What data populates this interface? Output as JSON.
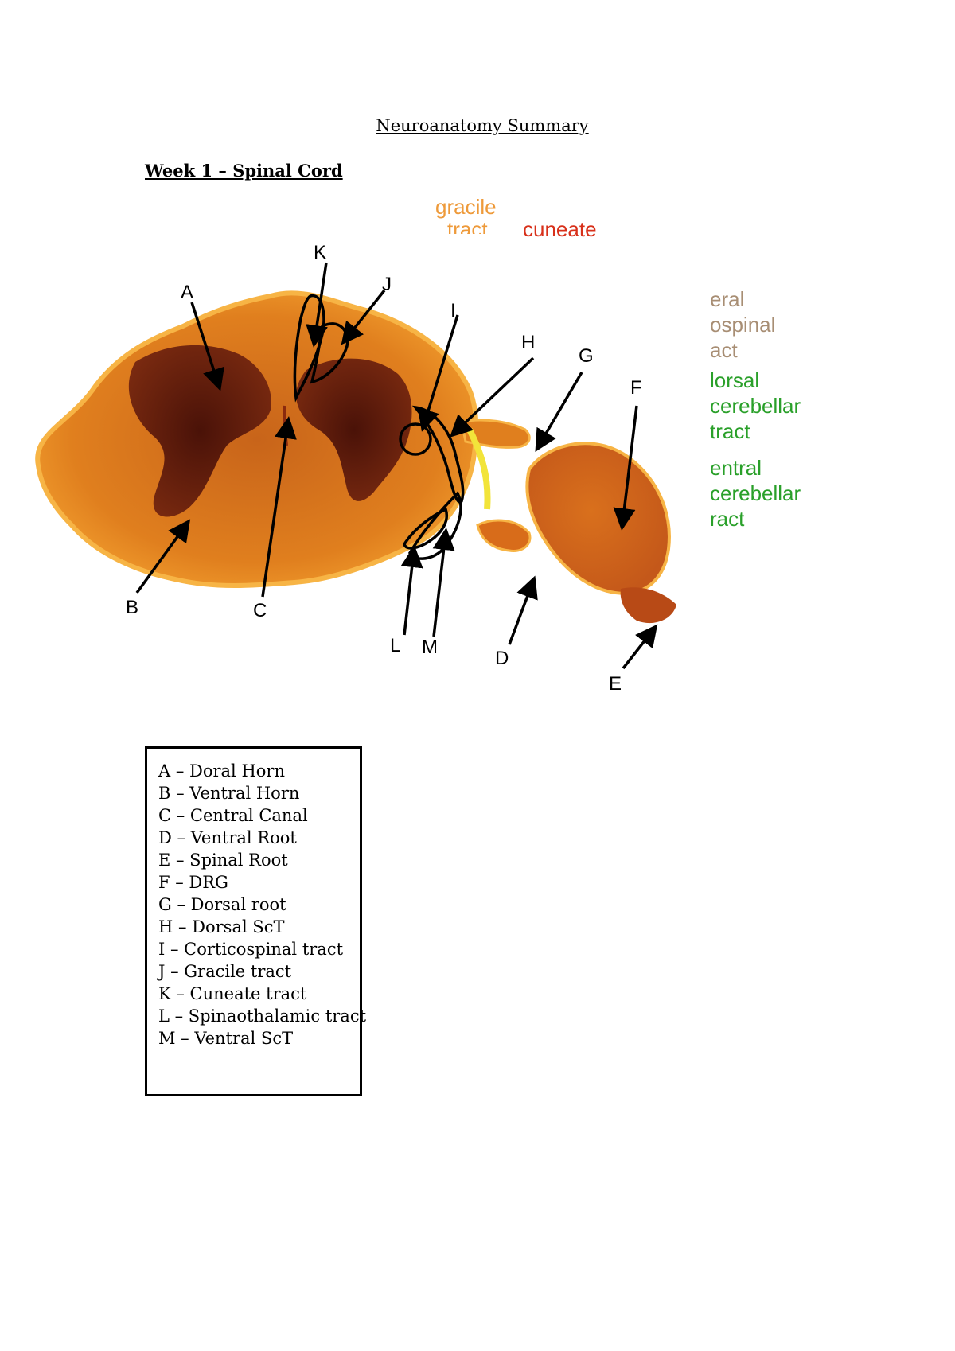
{
  "document": {
    "title": "Neuroanatomy Summary",
    "section_heading": "Week 1 – Spinal Cord"
  },
  "figure": {
    "top_labels": {
      "gracile": "gracile",
      "gracile_tract": "tract",
      "cuneate": "cuneate"
    },
    "side_labels": {
      "lateral_corticospinal": [
        "eral",
        "ospinal",
        "act"
      ],
      "dorsal_spinocerebellar": [
        "lorsal",
        "cerebellar",
        "tract"
      ],
      "ventral_spinocerebellar": [
        "entral",
        "cerebellar",
        "ract"
      ]
    },
    "letters": [
      "A",
      "B",
      "C",
      "D",
      "E",
      "F",
      "G",
      "H",
      "I",
      "J",
      "K",
      "L",
      "M"
    ],
    "colors": {
      "tissue": "#e8881a",
      "grey_matter": "#5a1a0c",
      "gracile": "#ee9a3a",
      "cuneate": "#d8301a",
      "corticospinal": "#a88e74",
      "spinocerebellar": "#2aa02a"
    }
  },
  "legend": {
    "items": [
      "A – Doral Horn",
      "B – Ventral Horn",
      "C – Central Canal",
      "D – Ventral Root",
      "E – Spinal Root",
      "F – DRG",
      "G – Dorsal root",
      "H – Dorsal ScT",
      "I – Corticospinal tract",
      "J – Gracile tract",
      "K – Cuneate tract",
      "L – Spinaothalamic tract",
      "M – Ventral ScT"
    ]
  }
}
